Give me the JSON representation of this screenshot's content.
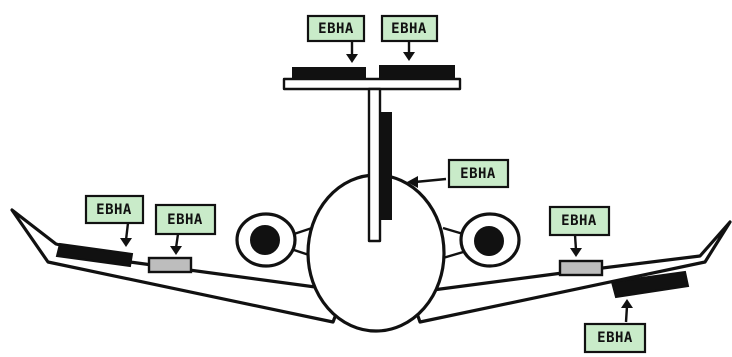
{
  "diagram": {
    "labels": [
      {
        "id": "tail-left",
        "text": "EBHA"
      },
      {
        "id": "tail-right",
        "text": "EBHA"
      },
      {
        "id": "rudder",
        "text": "EBHA"
      },
      {
        "id": "wing-left-outer",
        "text": "EBHA"
      },
      {
        "id": "wing-left-inner",
        "text": "EBHA"
      },
      {
        "id": "wing-right-inner",
        "text": "EBHA"
      },
      {
        "id": "wing-right-outer",
        "text": "EBHA"
      }
    ],
    "colors": {
      "label_fill": "#c9ebc9",
      "actuator_dark": "#111111",
      "actuator_grey": "#bdbdbd",
      "outline": "#111111"
    }
  }
}
